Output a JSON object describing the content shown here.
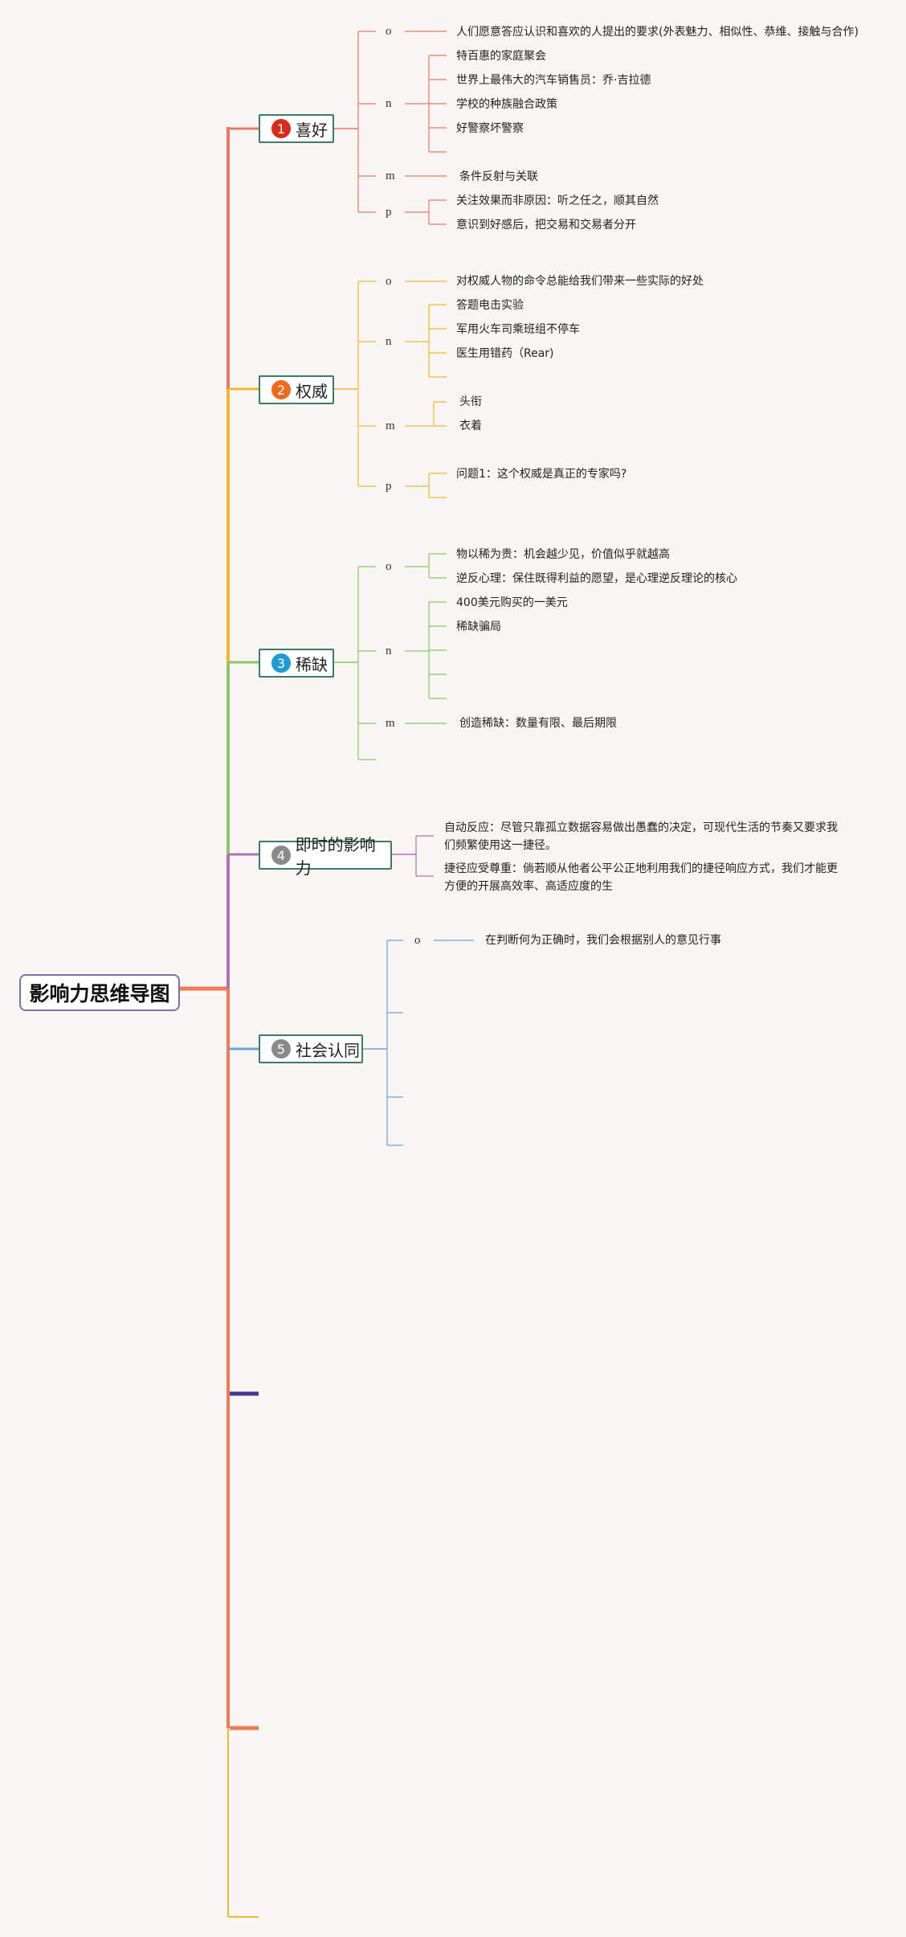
{
  "root": {
    "title": "影响力思维导图"
  },
  "colors": {
    "b1": "#e8766d",
    "b2": "#f2b631",
    "b3": "#8cc66a",
    "b4": "#b370b3",
    "b5": "#6f9fdc",
    "navy": "#3f3a8f",
    "spine": "#f07a55"
  },
  "branches": [
    {
      "number": "1",
      "label": "喜好",
      "badge_color": "#d92b1d",
      "groups": [
        {
          "letter": "o",
          "items": [
            "人们愿意答应认识和喜欢的人提出的要求(外表魅力、相似性、恭维、接触与合作)"
          ]
        },
        {
          "letter": "n",
          "items": [
            "特百惠的家庭聚会",
            "世界上最伟大的汽车销售员：乔·吉拉德",
            "学校的种族融合政策",
            "好警察坏警察",
            ""
          ]
        },
        {
          "letter": "m",
          "items": [
            "条件反射与关联"
          ]
        },
        {
          "letter": "p",
          "items": [
            "关注效果而非原因：听之任之，顺其自然",
            "意识到好感后，把交易和交易者分开"
          ]
        }
      ]
    },
    {
      "number": "2",
      "label": "权威",
      "badge_color": "#ef6a1c",
      "groups": [
        {
          "letter": "o",
          "items": [
            "对权威人物的命令总能给我们带来一些实际的好处"
          ]
        },
        {
          "letter": "n",
          "items": [
            "答题电击实验",
            "军用火车司乘班组不停车",
            "医生用错药（Rear)",
            ""
          ]
        },
        {
          "letter": "m",
          "items": [
            "头衔",
            "衣着"
          ]
        },
        {
          "letter": "p",
          "items": [
            "问题1：这个权威是真正的专家吗?",
            ""
          ]
        }
      ]
    },
    {
      "number": "3",
      "label": "稀缺",
      "badge_color": "#1f9bd6",
      "groups": [
        {
          "letter": "o",
          "items": [
            "物以稀为贵：机会越少见，价值似乎就越高",
            "逆反心理：保住既得利益的愿望，是心理逆反理论的核心"
          ]
        },
        {
          "letter": "n",
          "items": [
            "400美元购买的一美元",
            "稀缺骗局",
            "",
            "",
            ""
          ]
        },
        {
          "letter": "m",
          "items": [
            "创造稀缺：数量有限、最后期限"
          ]
        }
      ]
    },
    {
      "number": "4",
      "label": "即时的影响力",
      "badge_color": "#8a8a8a",
      "paragraphs": [
        "自动反应：尽管只靠孤立数据容易做出愚蠢的决定，可现代生活的节奏又要求我们频繁使用这一捷径。",
        "捷径应受尊重：倘若顺从他者公平公正地利用我们的捷径响应方式，我们才能更方便的开展高效率、高适应度的生"
      ]
    },
    {
      "number": "5",
      "label": "社会认同",
      "badge_color": "#8a8a8a",
      "groups": [
        {
          "letter": "o",
          "items": [
            "在判断何为正确时，我们会根据别人的意见行事"
          ]
        }
      ]
    }
  ]
}
